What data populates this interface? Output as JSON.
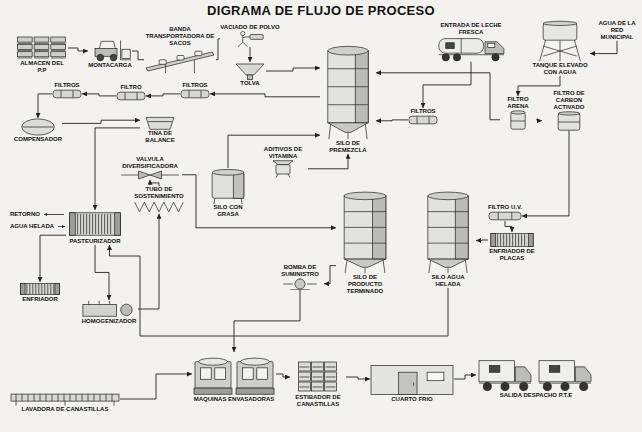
{
  "diagram": {
    "title": "DIGRAMA DE FLUJO DE PROCESO",
    "nodes": [
      {
        "text": [
          "ALMACEN DEL P.P"
        ]
      },
      {
        "text": [
          "MONTACARGA"
        ]
      },
      {
        "text": [
          "BANDA TRANSPORTADORA DE SACOS"
        ]
      },
      {
        "text": [
          "VACIADO DE POLVO"
        ]
      },
      {
        "text": [
          "TOLVA"
        ]
      },
      {
        "text": [
          "ENTRADA DE LECHE FRESCA"
        ]
      },
      {
        "text": [
          "AGUA DE LA RED MUNICIPAL"
        ]
      },
      {
        "text": [
          "TANQUE ELEVADO CON AGUA"
        ]
      },
      {
        "text": [
          "SILO DE PREMEZCLA"
        ]
      },
      {
        "text": [
          "FILTROS"
        ]
      },
      {
        "text": [
          "FILTRO"
        ]
      },
      {
        "text": [
          "FILTROS"
        ]
      },
      {
        "text": [
          "FILTROS"
        ]
      },
      {
        "text": [
          "FILTRO ARENA"
        ]
      },
      {
        "text": [
          "FILTRO DE CARBON ACTIVADO"
        ]
      },
      {
        "text": [
          "COMPENSADOR"
        ]
      },
      {
        "text": [
          "TINA DE BALANCE"
        ]
      },
      {
        "text": [
          "VALVULA DIVERSIFICADORA"
        ]
      },
      {
        "text": [
          "TUBO DE SOSTENIMIENTO"
        ]
      },
      {
        "text": [
          "SILO CON GRASA"
        ]
      },
      {
        "text": [
          "ADITIVOS DE VITAMINA"
        ]
      },
      {
        "text": [
          "PASTEURIZADOR"
        ]
      },
      {
        "text": [
          "ENFRIADOR"
        ]
      },
      {
        "text": [
          "HOMOGENIZADOR"
        ]
      },
      {
        "text": [
          "SILO DE PRODUCTO TERMINADO"
        ]
      },
      {
        "text": [
          "BOMBA DE SUMINISTRO"
        ]
      },
      {
        "text": [
          "SILO AGUA HELADA"
        ]
      },
      {
        "text": [
          "FILTRO U.V."
        ]
      },
      {
        "text": [
          "ENFRIADOR DE PLACAS"
        ]
      },
      {
        "text": [
          "LAVADORA DE CANASTILLAS"
        ]
      },
      {
        "text": [
          "MAQUINAS ENVASADORAS"
        ]
      },
      {
        "text": [
          "ESTIBADOR DE CANASTILLAS"
        ]
      },
      {
        "text": [
          "CUARTO FRIO"
        ]
      },
      {
        "text": [
          "SALIDA DESPACHO P.T.E"
        ]
      }
    ],
    "edges": [
      {
        "from": 0,
        "to": 1,
        "arrow": "to"
      },
      {
        "from": 1,
        "to": 2,
        "arrow": "none"
      },
      {
        "from": 2,
        "to": 3,
        "arrow": "none"
      },
      {
        "from": 3,
        "to": 4,
        "arrow": "to"
      },
      {
        "from": 4,
        "to": 8,
        "arrow": "to"
      },
      {
        "from": 5,
        "to": 12,
        "arrow": "to"
      },
      {
        "from": 12,
        "to": 8,
        "arrow": "to"
      },
      {
        "from": 6,
        "to": 7,
        "arrow": "to"
      },
      {
        "from": 7,
        "to": 13,
        "arrow": "to"
      },
      {
        "from": 13,
        "to": 14,
        "arrow": "to"
      },
      {
        "from": 14,
        "to": 27,
        "arrow": "to"
      },
      {
        "from": 27,
        "to": 28,
        "arrow": "to"
      },
      {
        "from": 28,
        "to": 26,
        "arrow": "to"
      },
      {
        "from": 8,
        "to": 11,
        "arrow": "to"
      },
      {
        "from": 11,
        "to": 10,
        "arrow": "to"
      },
      {
        "from": 10,
        "to": 9,
        "arrow": "to"
      },
      {
        "from": 9,
        "to": 15,
        "arrow": "to"
      },
      {
        "from": 15,
        "to": 16,
        "arrow": "to"
      },
      {
        "from": 16,
        "to": 21,
        "arrow": "to"
      },
      {
        "from": 21,
        "to": 23,
        "arrow": "to"
      },
      {
        "from": 23,
        "to": 18,
        "arrow": "to"
      },
      {
        "from": 18,
        "to": 17,
        "arrow": "to"
      },
      {
        "from": 17,
        "to": 24,
        "arrow": "to"
      },
      {
        "from": 26,
        "to": 21,
        "arrow": "to"
      },
      {
        "from": 24,
        "to": 25,
        "arrow": "to"
      },
      {
        "from": 25,
        "to": 30,
        "arrow": "to"
      },
      {
        "from": 29,
        "to": 30,
        "arrow": "to"
      },
      {
        "from": 30,
        "to": 31,
        "arrow": "to"
      },
      {
        "from": 31,
        "to": 32,
        "arrow": "to"
      },
      {
        "from": 32,
        "to": 33,
        "arrow": "to"
      },
      {
        "from": 19,
        "to": 8,
        "arrow": "to"
      },
      {
        "from": 20,
        "to": 8,
        "arrow": "to"
      },
      {
        "from": 13,
        "to": 8,
        "arrow": "to"
      },
      {
        "from": 21,
        "to": 22,
        "arrow": "to"
      }
    ],
    "labels": [
      "RETORNO",
      "AGUA HELADA"
    ]
  }
}
